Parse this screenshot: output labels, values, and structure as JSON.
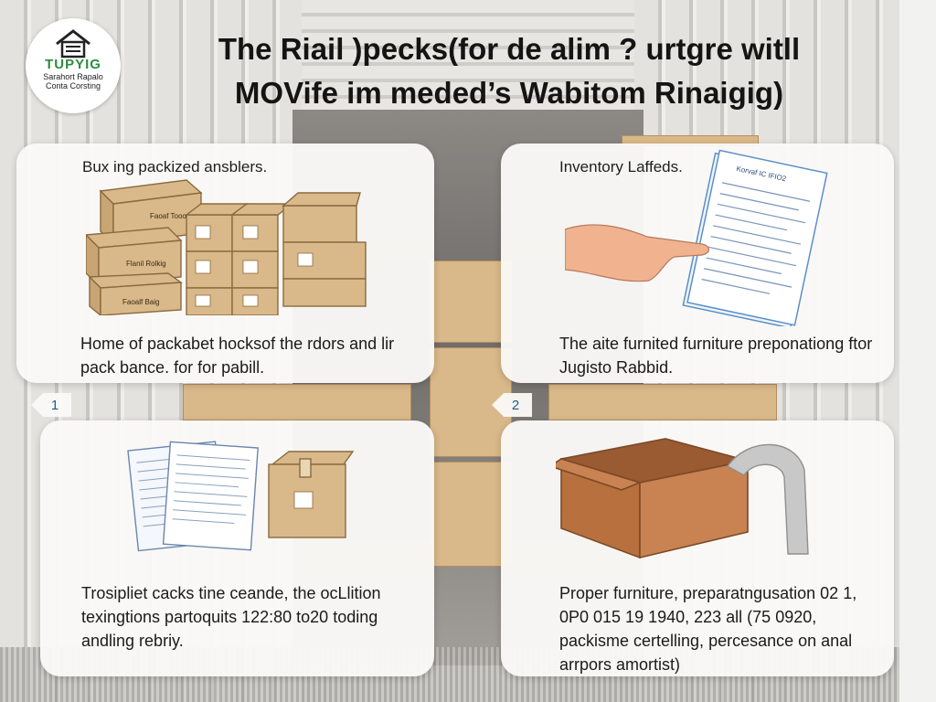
{
  "logo": {
    "brand": "TUPYIG",
    "line1": "Sarahort Rapalo",
    "line2": "Conta Corsting"
  },
  "heading": {
    "line1": "The Riail )pecks(for de alim ? urtgre witll",
    "line2": "MOVife im meded’s Wabitom Rinaigig)"
  },
  "cards": [
    {
      "title": "Bux ing packized ansblers.",
      "caption": "Home of packabet hocksof the rdors and lir pack bance. for for pabill.",
      "box_labels": [
        "Faoaf Tooo",
        "Flanil Rolkig",
        "Faoalf Baig"
      ]
    },
    {
      "title": "Inventory Laffeds.",
      "caption": "The aite furnited furniture preponationg ftor Jugisto Rabbid.",
      "document_title": "Korvaf IC IFIO2"
    },
    {
      "title": "",
      "caption": "Trosipliet cacks tine ceande, the ocLlition texingtions partoquits 122:80 to20 toding andling rebriy."
    },
    {
      "title": "",
      "caption": "Proper furniture, preparatngusation 02 1, 0P0 015 19 1940, 223 all (75 0920, packisme certelling, percesance on anal arrpors amortist)"
    }
  ],
  "steps": [
    "1",
    "2"
  ],
  "colors": {
    "card_bg": "#faf9f7",
    "cardboard": "#d9b889",
    "step_text": "#1f5c8a",
    "logo_green": "#2e8b3e"
  }
}
